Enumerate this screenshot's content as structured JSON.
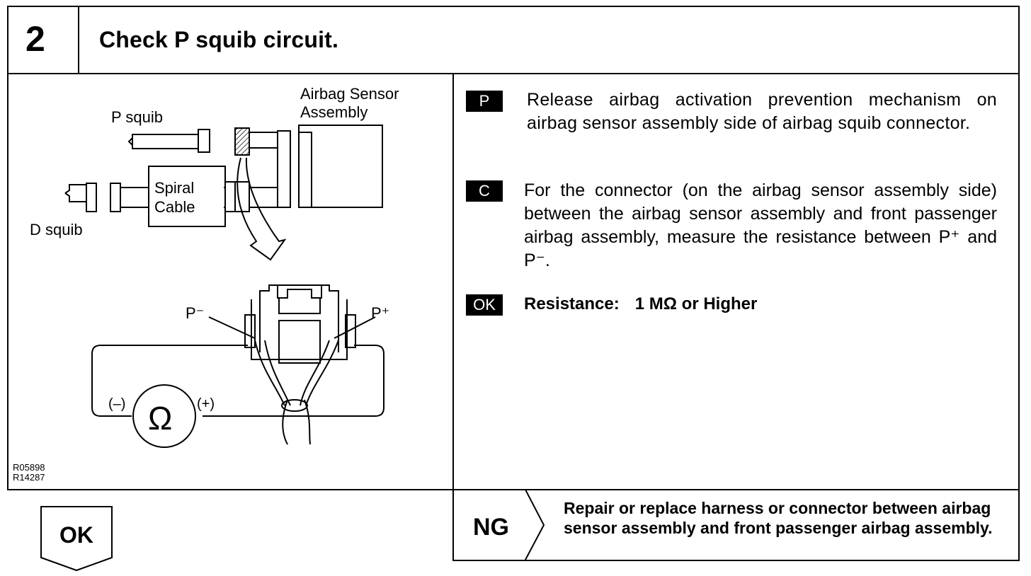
{
  "header": {
    "step_number": "2",
    "title": "Check P squib circuit."
  },
  "diagram": {
    "labels": {
      "airbag_sensor": "Airbag Sensor",
      "assembly": "Assembly",
      "p_squib": "P squib",
      "spiral": "Spiral",
      "cable": "Cable",
      "d_squib": "D squib",
      "p_minus": "P⁻",
      "p_plus": "P⁺",
      "meter_minus": "(–)",
      "meter_plus": "(+)",
      "ohm_symbol": "Ω"
    },
    "figure_codes": [
      "R05898",
      "R14287"
    ]
  },
  "instructions": [
    {
      "tag": "P",
      "text": "Release airbag activation prevention mechanism on airbag sensor assembly side of airbag squib connector."
    },
    {
      "tag": "C",
      "text": "For the connector (on the airbag sensor assembly side) between the airbag sensor assembly and front passenger airbag assembly, measure the resistance between P⁺ and P⁻."
    }
  ],
  "spec": {
    "tag": "OK",
    "label": "Resistance:",
    "value": "1 MΩ or Higher"
  },
  "results": {
    "ok": {
      "label": "OK"
    },
    "ng": {
      "label": "NG",
      "text": "Repair or replace harness or connector between airbag sensor assembly and front passenger airbag assembly."
    }
  }
}
